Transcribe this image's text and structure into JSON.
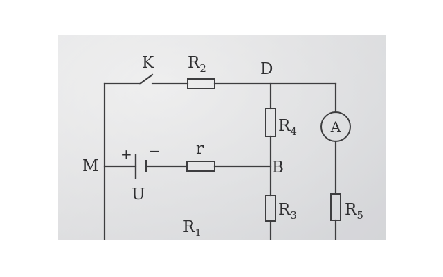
{
  "diagram": {
    "labels": {
      "switch": "K",
      "node_d": "D",
      "node_b": "B",
      "node_m": "M",
      "source": "U",
      "internal_resistance": "r",
      "plus": "+",
      "minus": "−",
      "ammeter": "A"
    },
    "resistors": [
      {
        "letter": "R",
        "index": "2"
      },
      {
        "letter": "R",
        "index": "4"
      },
      {
        "letter": "R",
        "index": "3"
      },
      {
        "letter": "R",
        "index": "5"
      },
      {
        "letter": "R",
        "index": "1"
      }
    ]
  }
}
